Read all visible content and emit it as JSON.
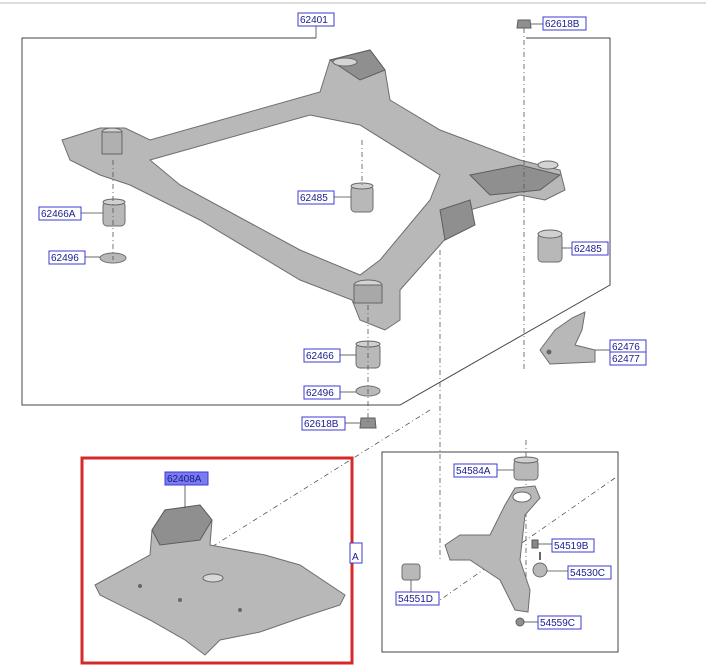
{
  "labels": {
    "p62401": "62401",
    "p62618B_top": "62618B",
    "p62466A": "62466A",
    "p62485_mid": "62485",
    "p62485_right": "62485",
    "p62496_top": "62496",
    "p62476": "62476",
    "p62477": "62477",
    "p62466": "62466",
    "p62496_bot": "62496",
    "p62618B_bot": "62618B",
    "p62408A": "62408A",
    "p54584A": "54584A",
    "p54519B": "54519B",
    "p54530C": "54530C",
    "p54551D": "54551D",
    "p54559C": "54559C",
    "ref_A": "A"
  },
  "colors": {
    "highlight_frame": "#d62a2a",
    "label_text": "#1a1a8c",
    "label_border": "#3b3bd4",
    "label_highlight_fill": "#7b7bf0"
  }
}
